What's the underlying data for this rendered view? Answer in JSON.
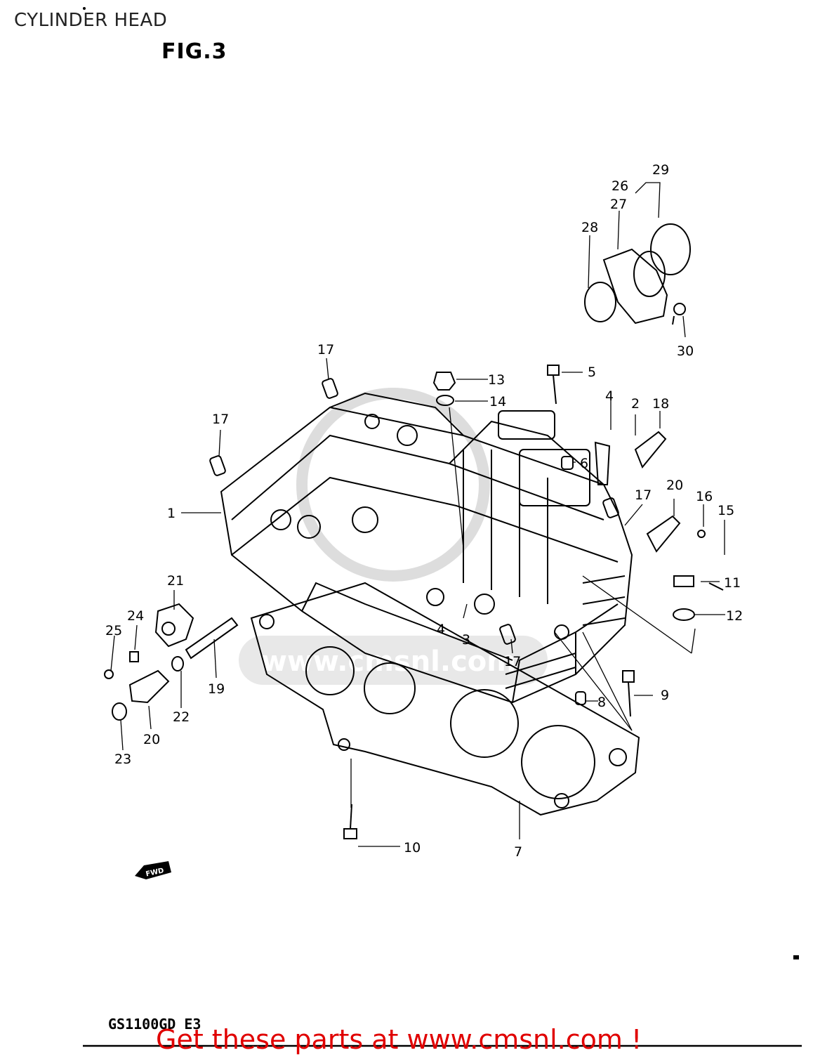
{
  "header": {
    "title": "CYLINDER HEAD",
    "figure": "FIG.3"
  },
  "fwd_badge": "FWD",
  "watermark": "www.cmsnl.com",
  "callouts": [
    "1",
    "2",
    "3",
    "4",
    "4",
    "5",
    "6",
    "7",
    "8",
    "9",
    "10",
    "11",
    "12",
    "13",
    "14",
    "15",
    "16",
    "17",
    "17",
    "17",
    "17",
    "18",
    "19",
    "20",
    "20",
    "21",
    "22",
    "23",
    "24",
    "25",
    "26",
    "27",
    "28",
    "29",
    "30"
  ],
  "footer": {
    "model_code": "GS1100GD E3",
    "link_text": "Get these parts at www.cmsnl.com !"
  },
  "colors": {
    "line": "#000000",
    "watermark": "#d9d9d9",
    "link": "#e00000",
    "background": "#ffffff"
  }
}
